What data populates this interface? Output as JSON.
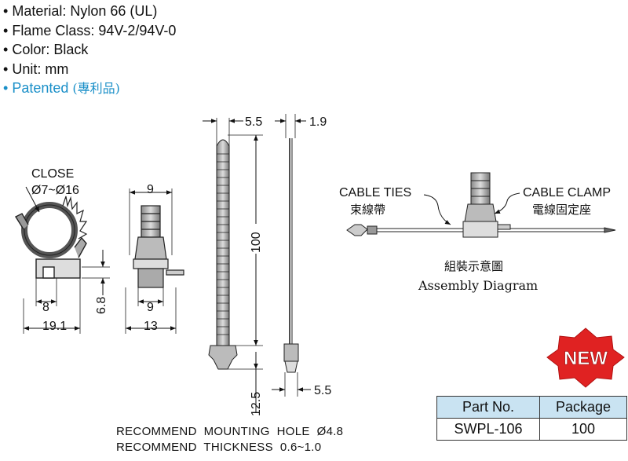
{
  "specs": {
    "material": "Material: Nylon 66 (UL)",
    "flame": "Flame Class: 94V-2/94V-0",
    "color": "Color: Black",
    "unit": "Unit: mm",
    "patented": "Patented",
    "patented_cjk": "(專利品)"
  },
  "bullet": "•",
  "drawing": {
    "close_label": "CLOSE",
    "close_range": "Ø7~Ø16",
    "dim_8": "8",
    "dim_19_1": "19.1",
    "dim_6_8": "6.8",
    "dim_9_top": "9",
    "dim_9_mid": "9",
    "dim_13": "13",
    "dim_5_5_top": "5.5",
    "dim_1_9": "1.9",
    "dim_100": "100",
    "dim_12_5": "12.5",
    "dim_5_5_bottom": "5.5"
  },
  "assembly": {
    "cable_ties": "CABLE TIES",
    "cable_ties_cjk": "束線帶",
    "cable_clamp": "CABLE CLAMP",
    "cable_clamp_cjk": "電線固定座",
    "title_cjk": "組裝示意圖",
    "title": "Assembly Diagram"
  },
  "badge": {
    "text": "NEW",
    "color": "#e02222"
  },
  "table": {
    "headers": [
      "Part No.",
      "Package"
    ],
    "rows": [
      [
        "SWPL-106",
        "100"
      ]
    ],
    "header_bg": "#c9e3f2"
  },
  "recommend": {
    "line1": "RECOMMEND  MOUNTING  HOLE  Ø4.8",
    "line2": "RECOMMEND  THICKNESS  0.6~1.0"
  }
}
